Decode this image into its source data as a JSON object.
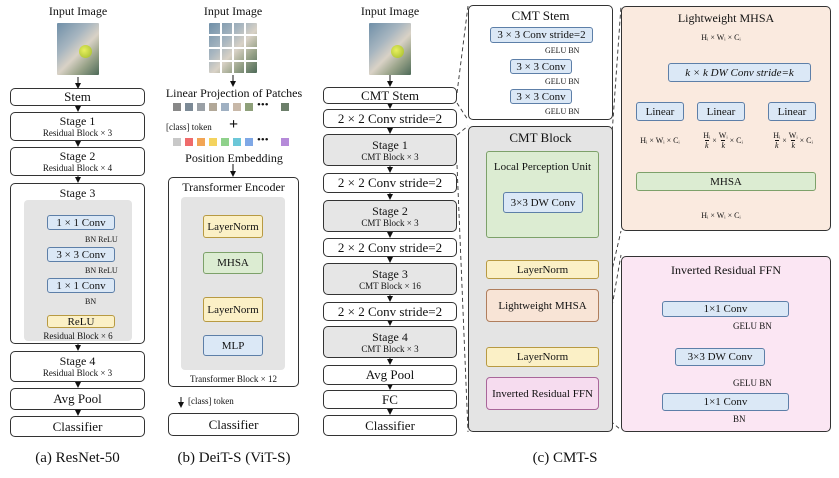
{
  "resnet": {
    "input_label": "Input Image",
    "stem": "Stem",
    "stage1_title": "Stage 1",
    "stage1_sub": "Residual Block × 3",
    "stage2_title": "Stage 2",
    "stage2_sub": "Residual Block × 4",
    "stage3_title": "Stage 3",
    "conv1": "1 × 1 Conv",
    "bn_relu_1": "BN ReLU",
    "conv3": "3 × 3 Conv",
    "bn_relu_2": "BN ReLU",
    "conv1b": "1 × 1 Conv",
    "bn": "BN",
    "relu": "ReLU",
    "stage3_sub": "Residual Block × 6",
    "stage4_title": "Stage 4",
    "stage4_sub": "Residual Block × 3",
    "avgpool": "Avg Pool",
    "classifier": "Classifier",
    "caption": "(a)  ResNet-50"
  },
  "deit": {
    "input_label": "Input Image",
    "linear_proj": "Linear Projection of Patches",
    "class_token": "[class] token",
    "plus": "+",
    "pos_embed": "Position Embedding",
    "encoder_title": "Transformer Encoder",
    "layernorm1": "LayerNorm",
    "mhsa": "MHSA",
    "layernorm2": "LayerNorm",
    "mlp": "MLP",
    "block_count": "Transformer Block × 12",
    "class_token_out": "[class] token",
    "classifier": "Classifier",
    "caption": "(b) DeiT-S (ViT-S)",
    "patch_colors": [
      "#c8c8c8",
      "#ef6b6b",
      "#f2a555",
      "#f4d35e",
      "#8fd18b",
      "#6cc7d8",
      "#7fa8e6",
      "#b58ad9"
    ]
  },
  "cmt": {
    "input_label": "Input Image",
    "cmt_stem": "CMT Stem",
    "down1": "2 × 2 Conv stride=2",
    "stage1_title": "Stage 1",
    "stage1_sub": "CMT Block × 3",
    "down2": "2 × 2 Conv stride=2",
    "stage2_title": "Stage 2",
    "stage2_sub": "CMT Block × 3",
    "down3": "2 × 2 Conv stride=2",
    "stage3_title": "Stage 3",
    "stage3_sub": "CMT Block × 16",
    "down4": "2 × 2 Conv stride=2",
    "stage4_title": "Stage 4",
    "stage4_sub": "CMT Block × 3",
    "avgpool": "Avg Pool",
    "fc": "FC",
    "classifier": "Classifier",
    "caption": "(c) CMT-S"
  },
  "stem_detail": {
    "title": "CMT Stem",
    "conv_s2": "3 × 3 Conv stride=2",
    "gelu_bn_1": "GELU BN",
    "conv_a": "3 × 3 Conv",
    "gelu_bn_2": "GELU BN",
    "conv_b": "3 × 3 Conv",
    "gelu_bn_3": "GELU BN"
  },
  "cmt_block": {
    "title": "CMT Block",
    "lpu": "Local Perception Unit",
    "dw_conv": "3×3 DW Conv",
    "layernorm1": "LayerNorm",
    "lmhsa": "Lightweight MHSA",
    "layernorm2": "LayerNorm",
    "irffn": "Inverted Residual FFN"
  },
  "lmhsa_detail": {
    "title": "Lightweight MHSA",
    "input_dims": "Hᵢ × Wᵢ × Cᵢ",
    "dw_conv": "k × k DW Conv stride=k",
    "linear_q": "Linear",
    "linear_k": "Linear",
    "linear_v": "Linear",
    "q_dims": "Hᵢ × Wᵢ × Cᵢ",
    "k_dims_h": "Hᵢ",
    "k_dims_k1": "k",
    "k_dims_w": "Wᵢ",
    "k_dims_k2": "k",
    "k_dims_c": "× Cᵢ",
    "v_dims_h": "Hᵢ",
    "v_dims_k1": "k",
    "v_dims_w": "Wᵢ",
    "v_dims_k2": "k",
    "v_dims_c": "× Cᵢ",
    "mhsa": "MHSA",
    "output_dims": "Hᵢ × Wᵢ × Cᵢ"
  },
  "irffn_detail": {
    "title": "Inverted Residual FFN",
    "conv1": "1×1 Conv",
    "gelu_bn_1": "GELU BN",
    "dw_conv": "3×3 DW Conv",
    "gelu_bn_2": "GELU BN",
    "conv2": "1×1 Conv",
    "bn": "BN"
  }
}
